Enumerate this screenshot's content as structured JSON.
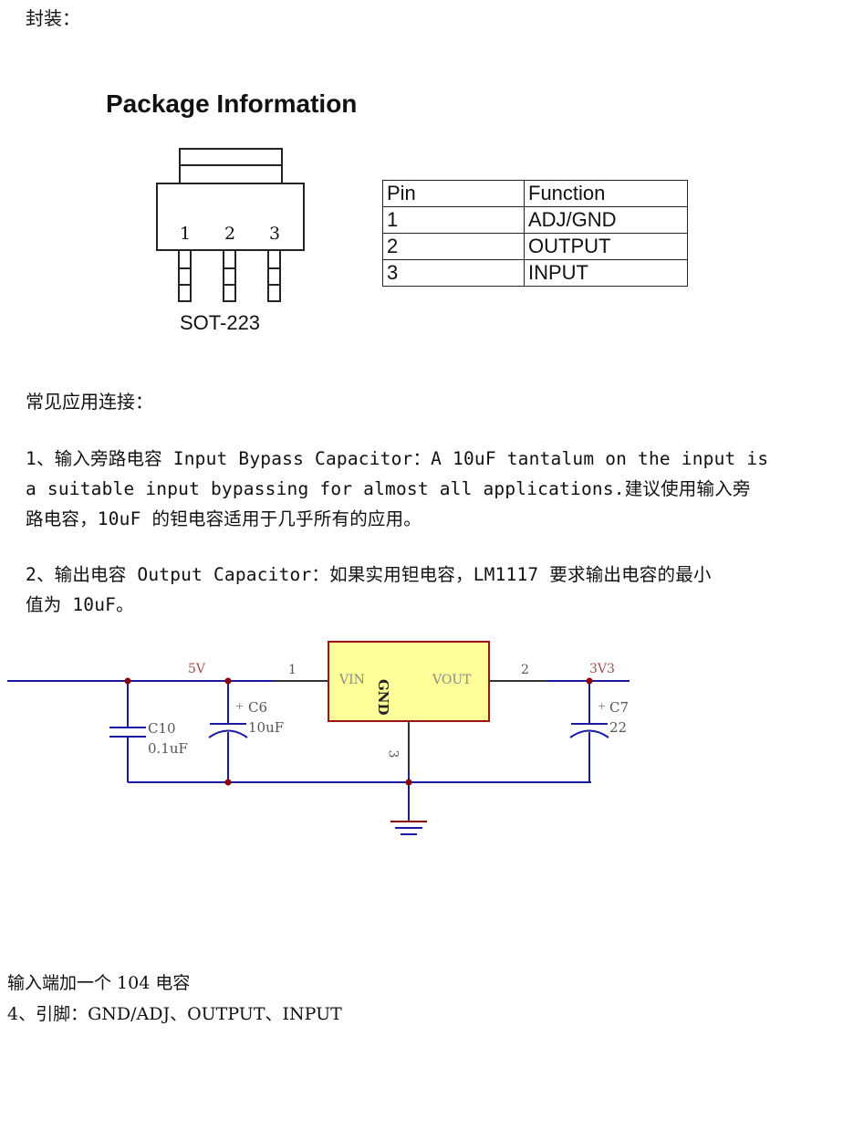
{
  "header": {
    "title": "封装："
  },
  "package": {
    "title": "Package Information",
    "pin_numbers": [
      "1",
      "2",
      "3"
    ],
    "name": "SOT-223"
  },
  "pin_table": {
    "headers": [
      "Pin",
      "Function"
    ],
    "rows": [
      [
        "1",
        "ADJ/GND"
      ],
      [
        "2",
        "OUTPUT"
      ],
      [
        "3",
        "INPUT"
      ]
    ]
  },
  "section_title": "常见应用连接：",
  "paragraph1": {
    "lines": [
      "1、输入旁路电容 Input Bypass Capacitor：A 10uF tantalum on the input is",
      "a suitable input bypassing for almost all applications.建议使用输入旁",
      "路电容，10uF 的钽电容适用于几乎所有的应用。"
    ]
  },
  "paragraph2": {
    "lines": [
      "2、输出电容 Output Capacitor：如果实用钽电容，LM1117 要求输出电容的最小",
      "值为 10uF。"
    ]
  },
  "schematic": {
    "net_in": "5V",
    "net_out": "3V3",
    "pin1": "1",
    "pin2": "2",
    "pin3": "3",
    "vin": "VIN",
    "vout": "VOUT",
    "gnd": "GND",
    "c10_name": "C10",
    "c10_value": "0.1uF",
    "c6_name": "C6",
    "c6_value": "10uF",
    "c7_name": "C7",
    "c7_value": "22",
    "plus": "+",
    "colors": {
      "wire": "#1a1aa6",
      "node": "#8b0000",
      "label": "#a05050",
      "chip": "#ffff99",
      "chip_border": "#a01010"
    }
  },
  "notes": [
    "输入端加一个 104 电容",
    "4、引脚：GND/ADJ、OUTPUT、INPUT"
  ]
}
